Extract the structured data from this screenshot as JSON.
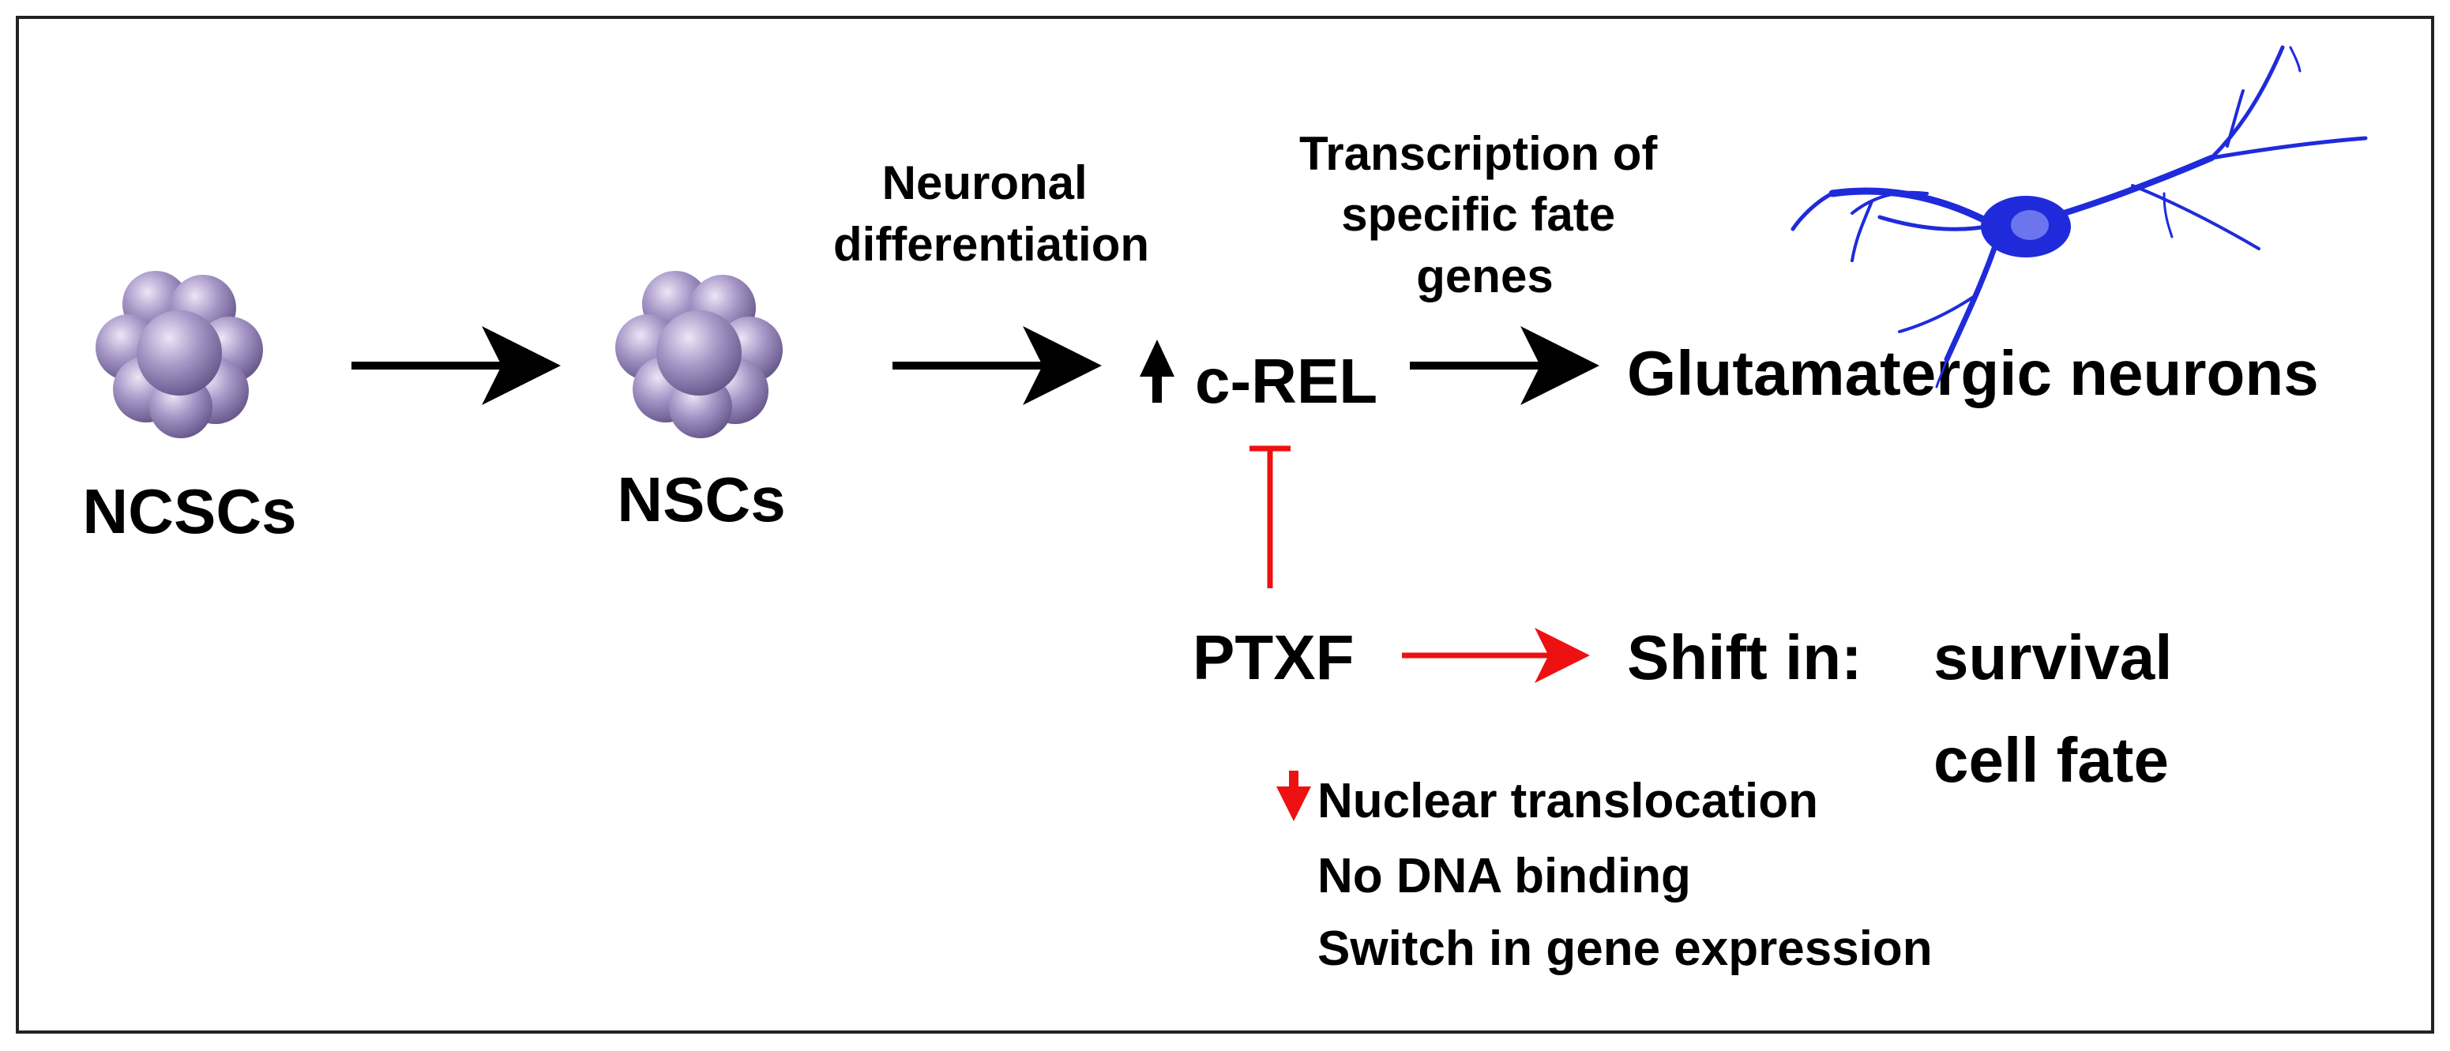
{
  "labels": {
    "ncscs": "NCSCs",
    "nscs": "NSCs",
    "neuronal_diff_line1": "Neuronal",
    "neuronal_diff_line2": "differentiation",
    "transcription_line1": "Transcription of",
    "transcription_line2": "specific fate",
    "transcription_line3": "genes",
    "crel": "c-REL",
    "glutamatergic": "Glutamatergic neurons",
    "ptxf": "PTXF",
    "shift_in": "Shift in:",
    "survival": "survival",
    "cell_fate": "cell fate",
    "effect1": "Nuclear translocation",
    "effect2": "No DNA binding",
    "effect3": "Switch in gene expression"
  },
  "icons": {
    "cell_cluster": "sphere-cluster-icon",
    "neuron": "neuron-icon",
    "up_arrow": "up-arrow-icon",
    "down_arrow": "down-arrow-icon"
  },
  "colors": {
    "sphere": "#9b8bbf",
    "sphere_highlight": "#e4dcf2",
    "sphere_shadow": "#5e4f82",
    "neuron": "#1f2bdb",
    "inhibit": "#ee1111",
    "arrow": "#000000",
    "border": "#222222"
  }
}
